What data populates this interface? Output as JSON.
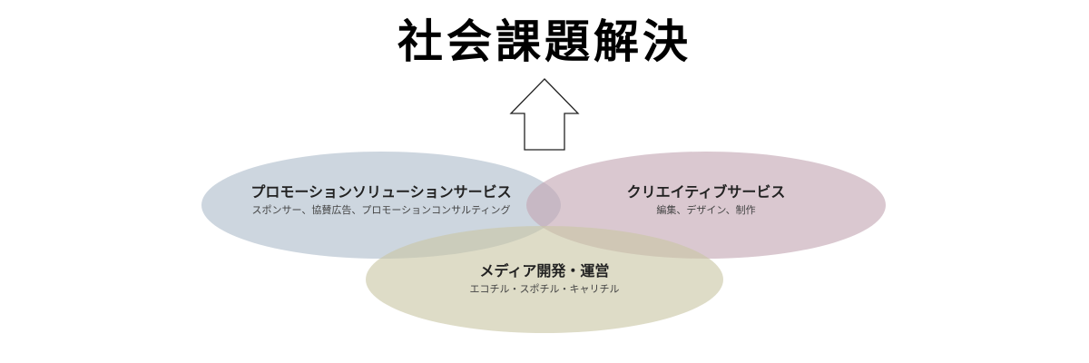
{
  "title": "社会課題解決",
  "colors": {
    "promo_fill": "#aebdcb",
    "creative_fill": "#c4a7b3",
    "media_fill": "#c9c7a5",
    "arrow_stroke": "#222222",
    "arrow_fill": "#ffffff"
  },
  "arrow": {
    "direction": "up"
  },
  "circles": {
    "promo": {
      "name": "プロモーションソリューションサービス",
      "desc": "スポンサー、協賛広告、プロモーションコンサルティング"
    },
    "creative": {
      "name": "クリエイティブサービス",
      "desc": "編集、デザイン、制作"
    },
    "media": {
      "name": "メディア開発・運営",
      "desc": "エコチル・スポチル・キャリチル"
    }
  }
}
